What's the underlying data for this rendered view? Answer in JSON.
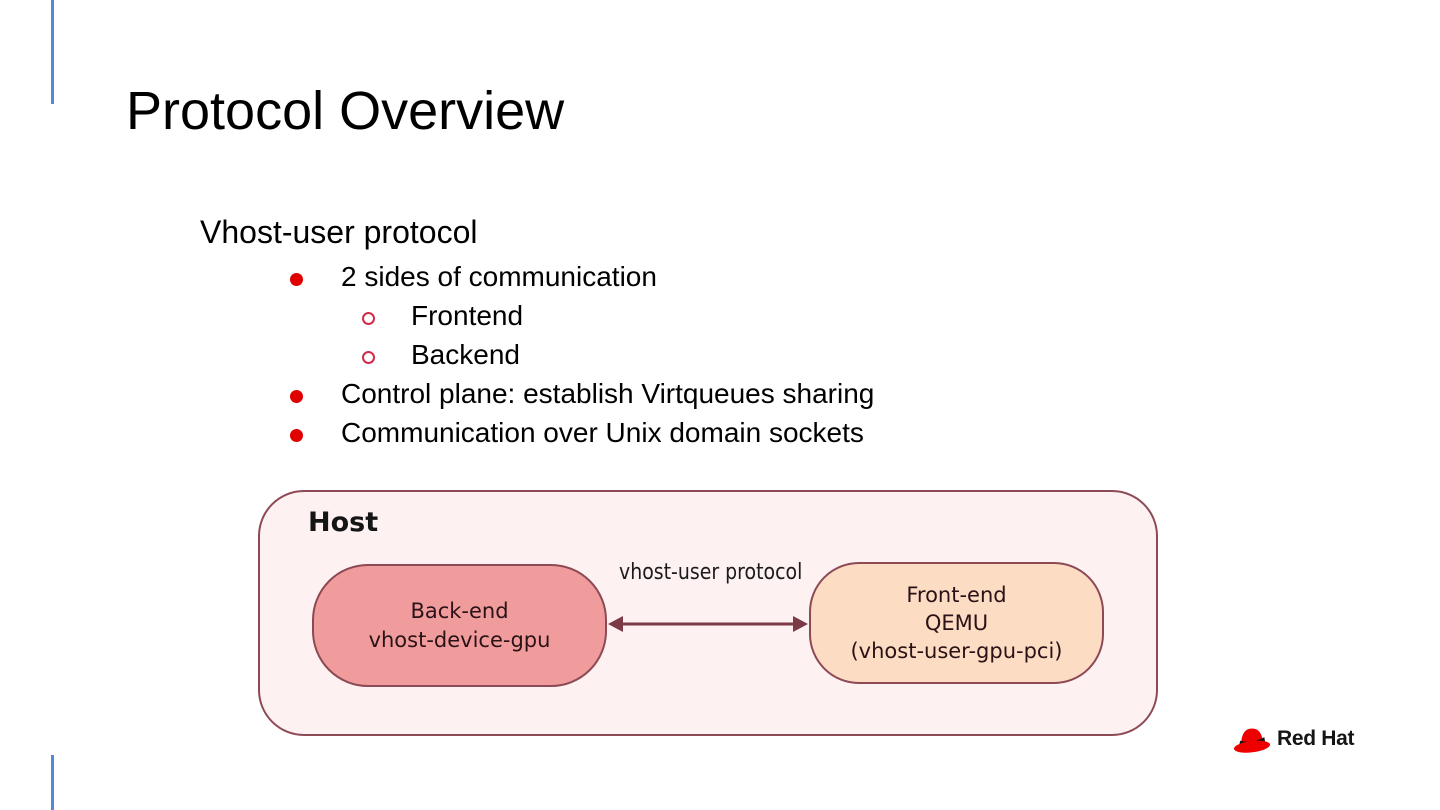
{
  "colors": {
    "accent-blue": "#5488da",
    "bullet-red": "#e00000",
    "bullet-hollow-red": "#d22b4a",
    "title-black": "#000000",
    "diagram-border": "#8d4a55",
    "diagram-arrow": "#7b3a46",
    "host-fill": "#fdf1f2",
    "backend-fill": "#f09c9c",
    "frontend-fill": "#fcdcc3",
    "diagram-text": "#2a1216",
    "redhat-red": "#ee0000",
    "brand-text": "#151515"
  },
  "slide": {
    "title": "Protocol Overview",
    "subtitle": "Vhost-user protocol",
    "bullets": [
      {
        "level": 1,
        "text": "2 sides of communication"
      },
      {
        "level": 2,
        "text": "Frontend"
      },
      {
        "level": 2,
        "text": "Backend"
      },
      {
        "level": 1,
        "text": "Control plane: establish Virtqueues sharing"
      },
      {
        "level": 1,
        "text": "Communication over Unix domain sockets"
      }
    ]
  },
  "diagram": {
    "host_label": "Host",
    "arrow_label": "vhost-user protocol",
    "arrow_icon": "bidirectional-arrow-icon",
    "backend_box": {
      "lines": [
        "Back-end",
        "vhost-device-gpu"
      ]
    },
    "frontend_box": {
      "lines": [
        "Front-end",
        "QEMU",
        "(vhost-user-gpu-pci)"
      ]
    }
  },
  "footer": {
    "brand_name": "Red Hat",
    "logo_icon": "red-hat-fedora-icon"
  }
}
